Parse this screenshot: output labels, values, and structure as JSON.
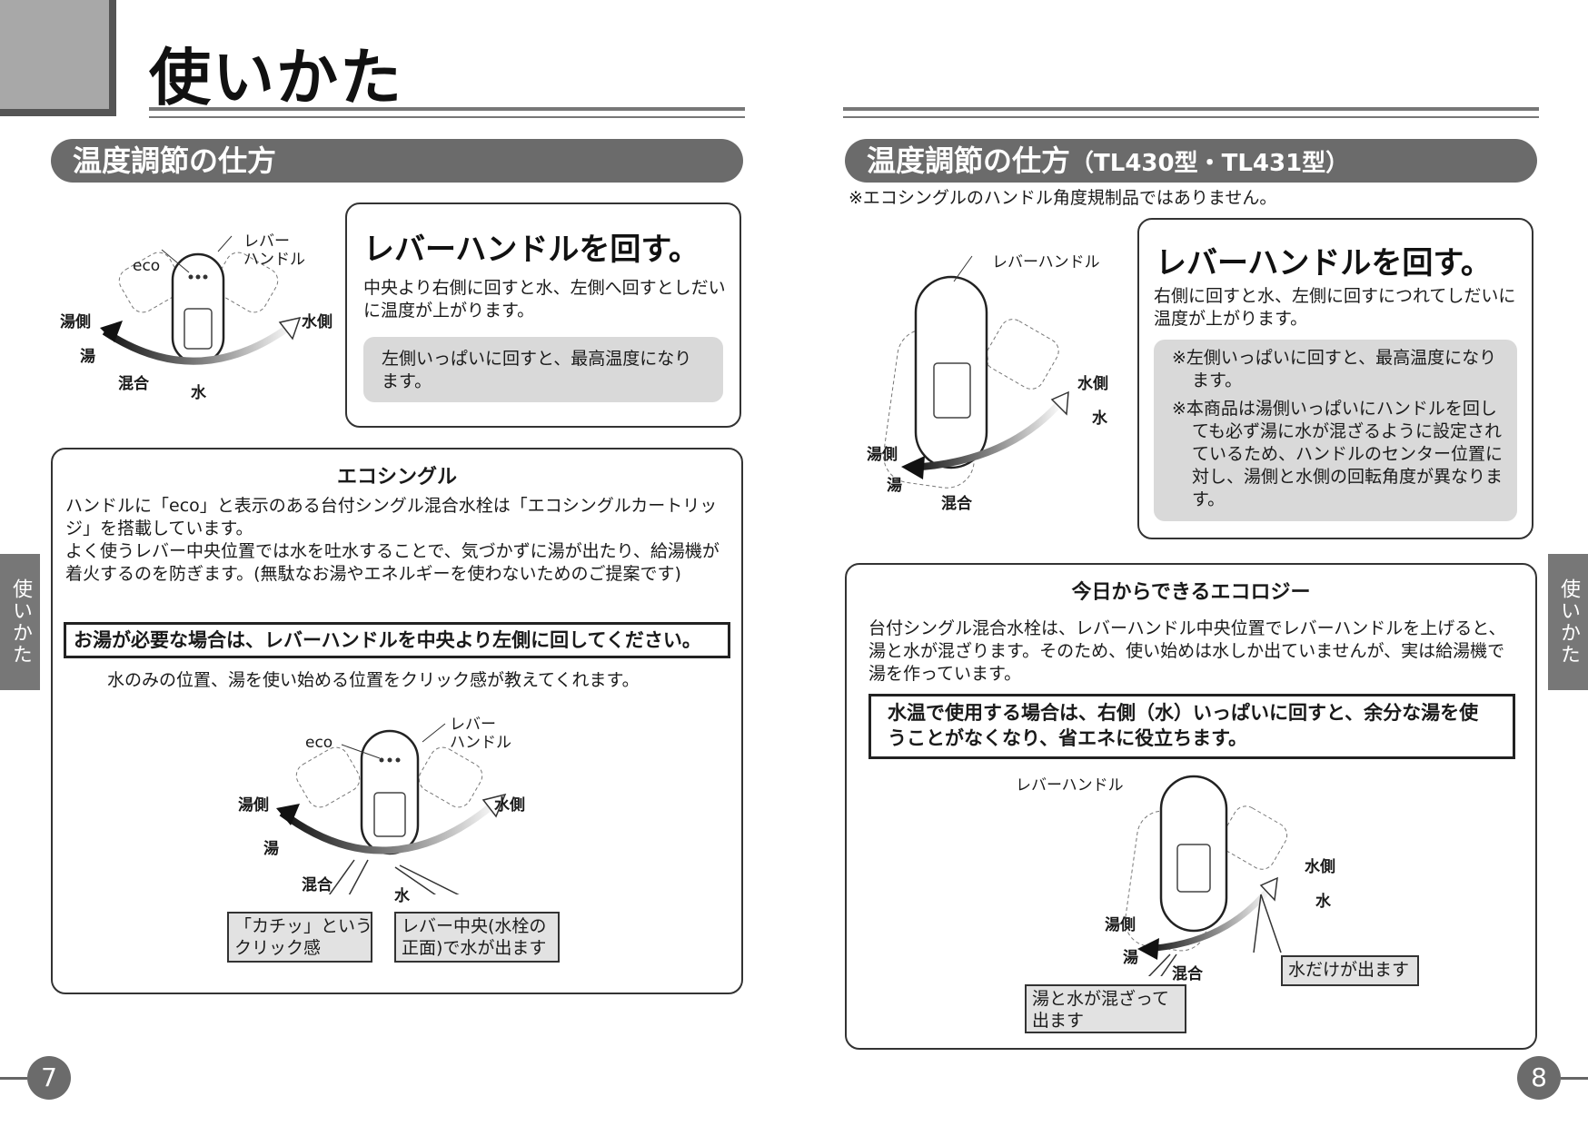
{
  "header": {
    "title": "使いかた"
  },
  "left": {
    "section_title": "温度調節の仕方",
    "diagram1": {
      "lever": "レバー\nハンドル",
      "eco": "eco",
      "hot_side": "湯側",
      "hot": "湯",
      "mix": "混合",
      "water": "水",
      "water_side": "水側"
    },
    "lever_box": {
      "heading": "レバーハンドルを回す。",
      "text": "中央より右側に回すと水、左側へ回すとしだいに温度が上がります。",
      "note": "左側いっぱいに回すと、最高温度になります。"
    },
    "eco_box": {
      "heading": "エコシングル",
      "para1": "ハンドルに「eco」と表示のある台付シングル混合水栓は「エコシングルカートリッジ」を搭載しています。",
      "para2": "よく使うレバー中央位置では水を吐水することで、気づかずに湯が出たり、給湯機が着火するのを防ぎます。(無駄なお湯やエネルギーを使わないためのご提案です)",
      "highlight": "お湯が必要な場合は、レバーハンドルを中央より左側に回してください。",
      "click_note": "水のみの位置、湯を使い始める位置をクリック感が教えてくれます。",
      "diagram2": {
        "lever": "レバー\nハンドル",
        "eco": "eco",
        "hot_side": "湯側",
        "hot": "湯",
        "mix": "混合",
        "water": "水",
        "water_side": "水側"
      },
      "callout1": "「カチッ」という\nクリック感",
      "callout2": "レバー中央(水栓の\n正面)で水が出ます"
    },
    "page_number": "7",
    "side_tab": "使いかた"
  },
  "right": {
    "section_title": "温度調節の仕方",
    "section_model": "（TL430型・TL431型）",
    "subnote": "※エコシングルのハンドル角度規制品ではありません。",
    "diagram1": {
      "lever": "レバーハンドル",
      "water_side": "水側",
      "water": "水",
      "hot_side": "湯側",
      "hot": "湯",
      "mix": "混合"
    },
    "lever_box": {
      "heading": "レバーハンドルを回す。",
      "text": "右側に回すと水、左側に回すにつれてしだいに温度が上がります。",
      "notes": [
        "※左側いっぱいに回すと、最高温度になります。",
        "※本商品は湯側いっぱいにハンドルを回しても必ず湯に水が混ざるように設定されているため、ハンドルのセンター位置に対し、湯側と水側の回転角度が異なります。"
      ]
    },
    "ecology_box": {
      "heading": "今日からできるエコロジー",
      "text": "台付シングル混合水栓は、レバーハンドル中央位置でレバーハンドルを上げると、湯と水が混ざります。そのため、使い始めは水しか出ていませんが、実は給湯機で湯を作っています。",
      "highlight": "水温で使用する場合は、右側（水）いっぱいに回すと、余分な湯を使うことがなくなり、省エネに役立ちます。",
      "diagram": {
        "lever": "レバーハンドル",
        "water_side": "水側",
        "water": "水",
        "hot_side": "湯側",
        "hot": "湯",
        "mix": "混合"
      },
      "callout_water": "水だけが出ます",
      "callout_mix": "湯と水が混ざって\n出ます"
    },
    "page_number": "8",
    "side_tab": "使いかた"
  }
}
